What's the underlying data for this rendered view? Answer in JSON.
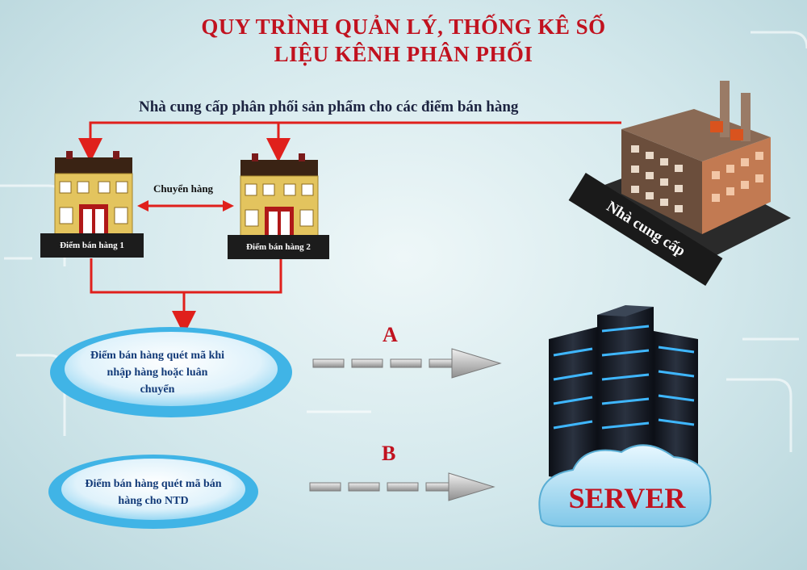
{
  "title": {
    "line1": "QUY TRÌNH QUẢN LÝ, THỐNG KÊ SỐ",
    "line2": "LIỆU KÊNH PHÂN PHỐI"
  },
  "supply_text": "Nhà cung cấp phân phối sản phẩm cho các điểm bán hàng",
  "transfer_text": "Chuyển hàng",
  "stores": [
    {
      "label": "Điểm bán hàng 1"
    },
    {
      "label": "Điểm bán hàng 2"
    }
  ],
  "supplier_label": "Nhà cung cấp",
  "steps": [
    {
      "letter": "A",
      "text": "Điểm bán hàng quét mã khi nhập hàng hoặc luân chuyển"
    },
    {
      "letter": "B",
      "text": "Điểm bán hàng quét mã bán hàng cho NTD"
    }
  ],
  "server_label": "SERVER",
  "colors": {
    "title": "#c1121f",
    "connector": "#e0201c",
    "ellipse_text": "#123a78",
    "server_glow": "#3fb7ff"
  },
  "icons": [
    "house-icon",
    "factory-icon",
    "server-icon",
    "cloud-icon",
    "dashed-arrow-icon"
  ]
}
